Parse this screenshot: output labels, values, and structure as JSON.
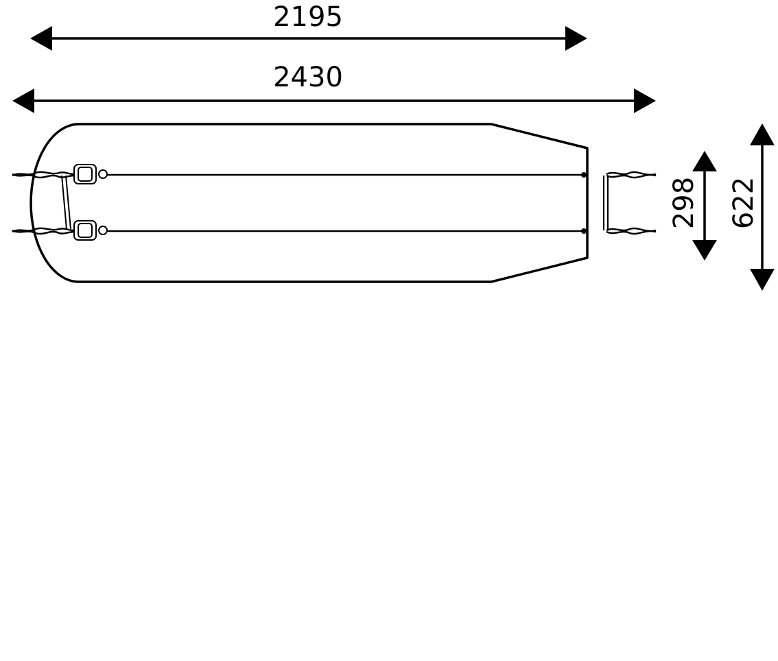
{
  "dimensions": {
    "inner_length": "2195",
    "overall_length": "2430",
    "inner_width": "298",
    "overall_width": "622"
  },
  "colors": {
    "ink": "#000000",
    "background": "#ffffff"
  }
}
